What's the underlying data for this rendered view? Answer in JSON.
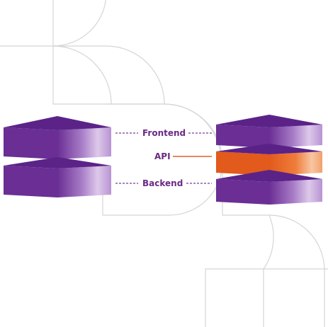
{
  "diagram": {
    "labels": {
      "frontend": "Frontend",
      "api": "API",
      "backend": "Backend"
    },
    "colors": {
      "background": "#ffffff",
      "outline": "#d5d5d8",
      "layer_top": "#5b2388",
      "layer_dark": "#6a2e94",
      "layer_light": "#c9afdc",
      "api_top": "#5a2286",
      "api_dark": "#e25a1c",
      "api_light": "#f6b08a",
      "label_text": "#6a2a85",
      "dashed_line": "#7b3c97",
      "api_line": "#e0602a"
    }
  }
}
